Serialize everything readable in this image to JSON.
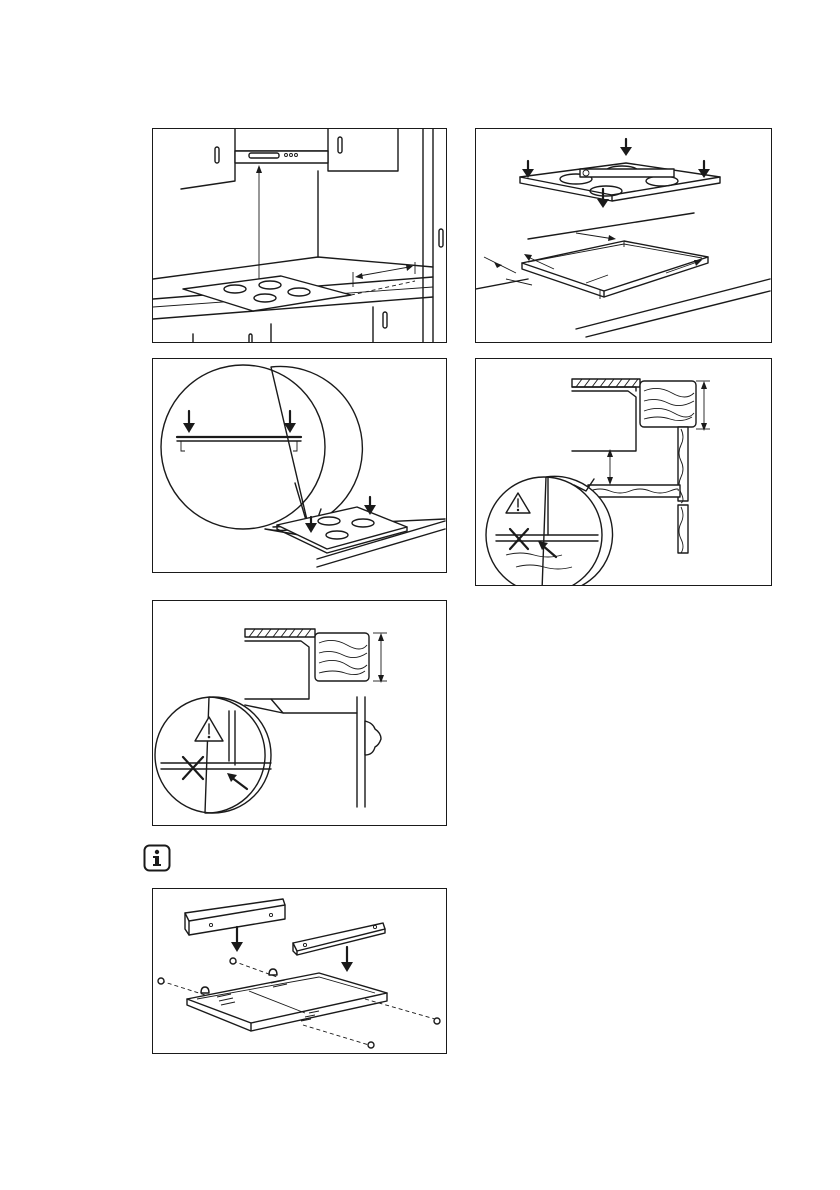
{
  "figures": [
    {
      "id": "fig1",
      "icon": "kitchen-hood-clearance-illustration"
    },
    {
      "id": "fig2",
      "icon": "hob-cutout-dimensions-illustration"
    },
    {
      "id": "fig3",
      "icon": "hob-seal-press-illustration"
    },
    {
      "id": "fig4",
      "icon": "drawer-clearance-warning-illustration"
    },
    {
      "id": "fig5",
      "icon": "oven-clearance-warning-illustration"
    },
    {
      "id": "fig6",
      "icon": "bracket-mounting-illustration"
    }
  ],
  "info": {
    "icon": "info-icon",
    "letter": "i"
  }
}
